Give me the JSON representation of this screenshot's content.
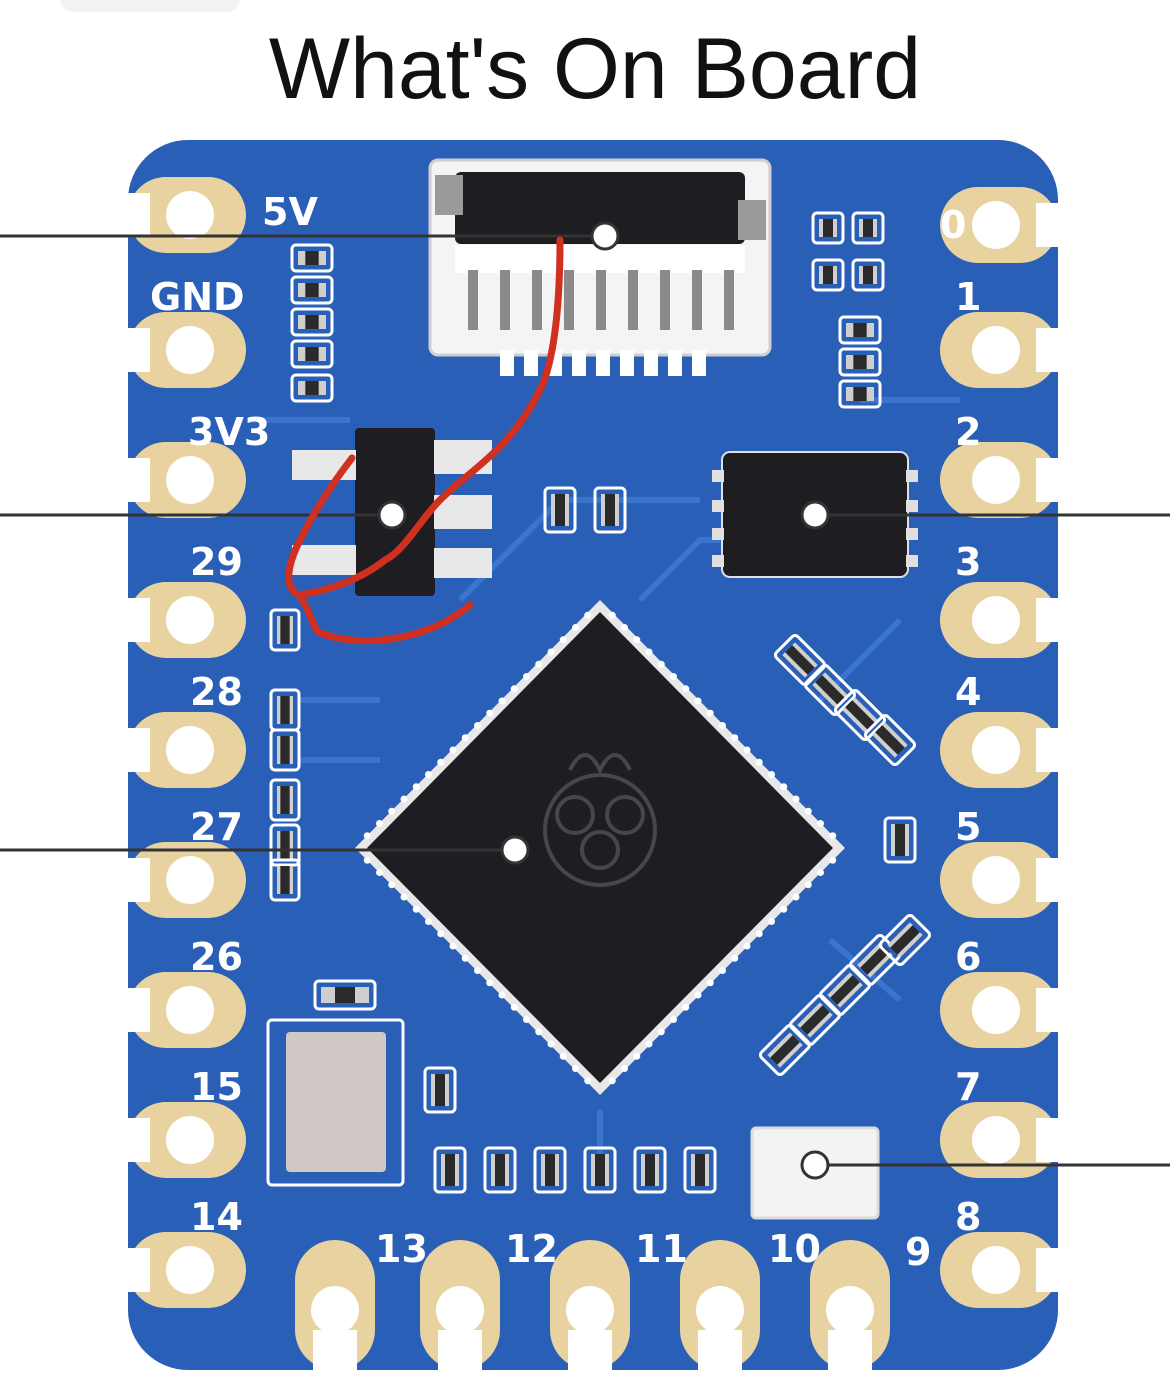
{
  "title": "What's On Board",
  "pins": {
    "left": [
      "5V",
      "GND",
      "3V3",
      "29",
      "28",
      "27",
      "26",
      "15",
      "14"
    ],
    "right": [
      "0",
      "1",
      "2",
      "3",
      "4",
      "5",
      "6",
      "7",
      "8"
    ],
    "bottom": [
      "13",
      "12",
      "11",
      "10",
      "9"
    ]
  },
  "colors": {
    "board": "#2a5fb8",
    "trace": "#3a74cc",
    "pad": "#e8d3a0",
    "chip": "#1e1e22",
    "annotation": "#d03020",
    "leader": "#333333"
  },
  "annotations": {
    "leaders": [
      "usb-connector-leader",
      "voltage-regulator-leader",
      "flash-memory-leader",
      "rp2040-leader",
      "rgb-led-leader"
    ]
  }
}
